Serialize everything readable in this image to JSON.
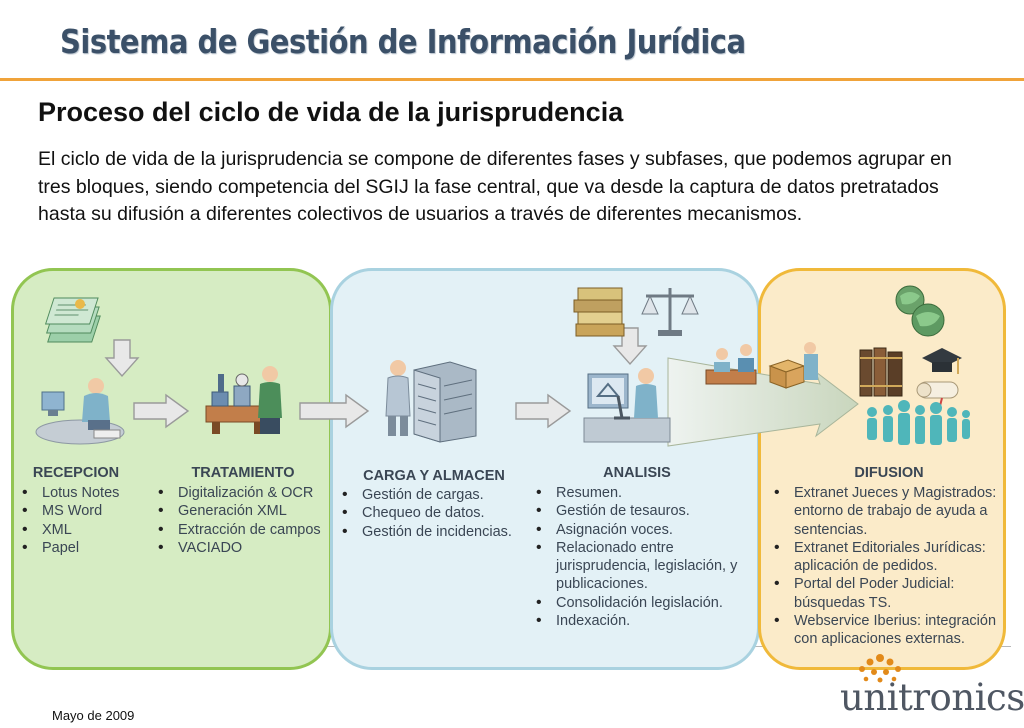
{
  "header": {
    "title": "Sistema de Gestión de Información Jurídica"
  },
  "section": {
    "subtitle": "Proceso del ciclo de vida de la jurisprudencia",
    "intro": "El ciclo de vida de la jurisprudencia se compone de diferentes fases y subfases, que podemos agrupar en tres bloques, siendo competencia del SGIJ la fase central, que va desde la captura de datos pretratados hasta su difusión a diferentes colectivos de usuarios a través de diferentes mecanismos."
  },
  "phases": {
    "recepcion": {
      "title": "RECEPCION",
      "items": [
        "Lotus Notes",
        "MS Word",
        "XML",
        "Papel"
      ]
    },
    "tratamiento": {
      "title": "TRATAMIENTO",
      "items": [
        "Digitalización & OCR",
        "Generación XML",
        "Extracción de campos",
        "VACIADO"
      ]
    },
    "carga": {
      "title": "CARGA Y ALMACEN",
      "items": [
        "Gestión de cargas.",
        "Chequeo de datos.",
        "Gestión de incidencias."
      ]
    },
    "analisis": {
      "title": "ANALISIS",
      "items": [
        "Resumen.",
        "Gestión de tesauros.",
        "Asignación voces.",
        "Relacionado entre jurisprudencia, legislación, y publicaciones.",
        "Consolidación legislación.",
        "Indexación."
      ]
    },
    "difusion": {
      "title": "DIFUSION",
      "items": [
        "Extranet Jueces y Magistrados: entorno de trabajo de ayuda a sentencias.",
        "Extranet Editoriales Jurídicas: aplicación de pedidos.",
        "Portal del Poder Judicial: búsquedas TS.",
        "Webservice Iberius: integración con aplicaciones externas."
      ]
    }
  },
  "footer": {
    "date": "Mayo de 2009"
  },
  "logo": {
    "brand": "unitronics"
  },
  "colors": {
    "title": "#3b5068",
    "rule": "#f0a33a",
    "green_block": "#d6ecc3",
    "blue_block": "#e3f1f6",
    "yellow_block": "#fbebc9",
    "logo_accent": "#e28a1a"
  },
  "icons": [
    "documents-icon",
    "person-at-computer-icon",
    "worker-with-machinery-icon",
    "server-racks-icon",
    "books-icon",
    "scales-icon",
    "person-with-microscope-icon",
    "people-at-desks-icon",
    "person-with-boxes-icon",
    "globes-icon",
    "law-books-icon",
    "graduation-cap-icon",
    "diploma-icon",
    "crowd-silhouette-icon"
  ]
}
